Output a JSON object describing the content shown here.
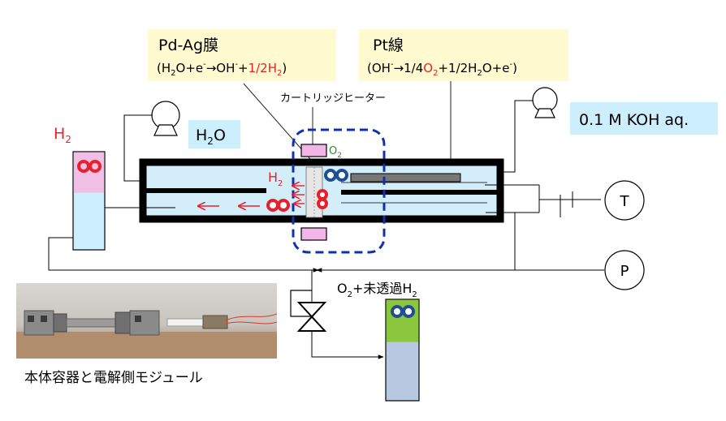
{
  "callouts": {
    "pdag_title": "Pd-Ag膜",
    "pdag_eq_a": "(H",
    "pdag_eq_b": "O+e",
    "pdag_eq_c": "→OH",
    "pdag_eq_d": "+",
    "pdag_eq_e": "1/2H",
    "pdag_eq_f": ")",
    "pt_title": "Pt線",
    "pt_eq_a": "(OH",
    "pt_eq_b": "→1/4",
    "pt_eq_c": "O",
    "pt_eq_d": "+1/2H",
    "pt_eq_e": "O+e",
    "pt_eq_f": ")",
    "sub_2": "2",
    "sup_minus": "-"
  },
  "labels": {
    "heater": "カートリッジヒーター",
    "koh": "0.1 M KOH aq.",
    "water_a": "H",
    "water_b": "O",
    "h2_left_a": "H",
    "h2_cell_a": "H",
    "o2_cell_a": "O",
    "outlet_a": "O",
    "outlet_b": "+未透過H",
    "temp": "T",
    "pressure": "P",
    "photo_caption": "本体容器と電解側モジュール",
    "sub_2": "2"
  },
  "colors": {
    "callout_bg": "#fffad0",
    "label_bg": "#cdeefc",
    "chamber_fill": "#d3eef9",
    "hydrogen_red": "#e8202a",
    "oxygen_green": "#2e8b2e",
    "oxygen_bubble_blue": "#1f4e91",
    "dashed_blue": "#1030b0",
    "h2_cylinder_top": "#f1bfe6",
    "o2_cylinder_top": "#8cc63f",
    "o2_cylinder_bottom": "#b7c9e0",
    "heater_pink": "#f2b6e6"
  },
  "icons": [
    "pump-icon",
    "valve-icon",
    "temperature-gauge-icon",
    "pressure-gauge-icon"
  ]
}
